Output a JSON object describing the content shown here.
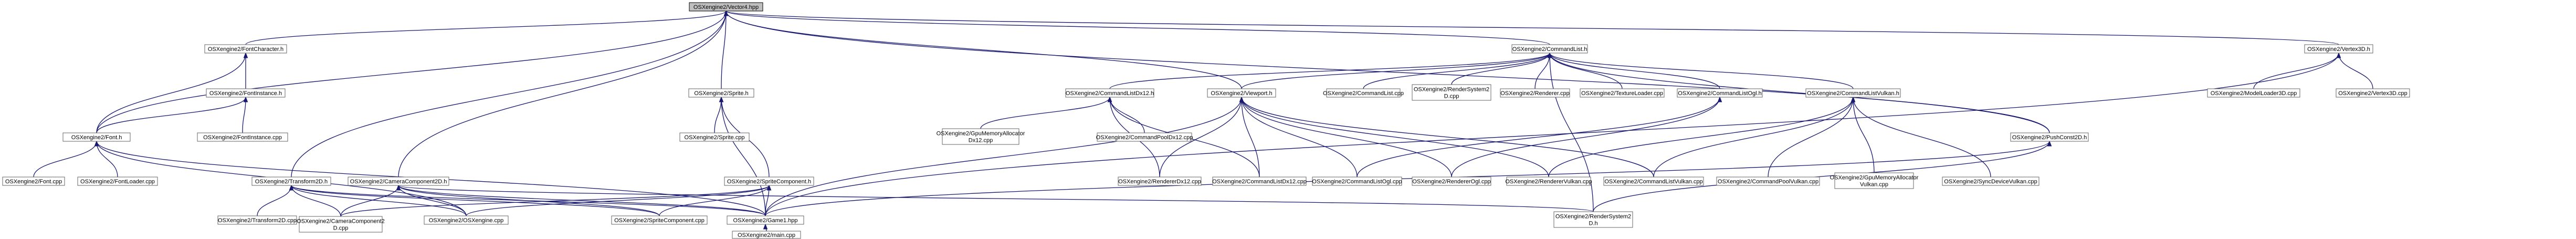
{
  "colors": {
    "edge": "#191970",
    "node_border": "#666666",
    "node_fill": "#ffffff",
    "root_fill": "#bfbfbf"
  },
  "nodes": [
    {
      "id": "vector4",
      "label": "OSXengine2/Vector4.hpp",
      "root": true
    },
    {
      "id": "fontchar",
      "label": "OSXengine2/FontCharacter.h"
    },
    {
      "id": "fontinst",
      "label": "OSXengine2/FontInstance.h"
    },
    {
      "id": "fontinstcpp",
      "label": "OSXengine2/FontInstance.cpp"
    },
    {
      "id": "font_h",
      "label": "OSXengine2/Font.h"
    },
    {
      "id": "font_cpp",
      "label": "OSXengine2/Font.cpp"
    },
    {
      "id": "fontloader",
      "label": "OSXengine2/FontLoader.cpp"
    },
    {
      "id": "transform2d",
      "label": "OSXengine2/Transform2D.h"
    },
    {
      "id": "transform2dcpp",
      "label": "OSXengine2/Transform2D.cpp"
    },
    {
      "id": "camcomp_h",
      "label": "OSXengine2/CameraComponent2D.h"
    },
    {
      "id": "camcomp_cpp",
      "label": [
        "OSXengine2/CameraComponent2",
        "D.cpp"
      ]
    },
    {
      "id": "osxengine",
      "label": "OSXengine2/OSXengine.cpp"
    },
    {
      "id": "sprite_h",
      "label": "OSXengine2/Sprite.h"
    },
    {
      "id": "sprite_cpp",
      "label": "OSXengine2/Sprite.cpp"
    },
    {
      "id": "spritecomp_h",
      "label": "OSXengine2/SpriteComponent.h"
    },
    {
      "id": "spritecomp_cpp",
      "label": "OSXengine2/SpriteComponent.cpp"
    },
    {
      "id": "game1",
      "label": "OSXengine2/Game1.hpp"
    },
    {
      "id": "main_cpp",
      "label": "OSXengine2/main.cpp"
    },
    {
      "id": "cmdlistdx12_h",
      "label": "OSXengine2/CommandListDx12.h"
    },
    {
      "id": "gpumemdx12",
      "label": [
        "OSXengine2/GpuMemoryAllocator",
        "Dx12.cpp"
      ]
    },
    {
      "id": "cmdpooldx12",
      "label": "OSXengine2/CommandPoolDx12.cpp"
    },
    {
      "id": "rendererdx12",
      "label": "OSXengine2/RendererDx12.cpp"
    },
    {
      "id": "cmdlistdx12_cpp",
      "label": "OSXengine2/CommandListDx12.cpp"
    },
    {
      "id": "viewport_h",
      "label": "OSXengine2/Viewport.h"
    },
    {
      "id": "cmdlist_h",
      "label": "OSXengine2/CommandList.h"
    },
    {
      "id": "cmdlist_cpp",
      "label": "OSXengine2/CommandList.cpp"
    },
    {
      "id": "rendersys_cpp",
      "label": [
        "OSXengine2/RenderSystem2",
        "D.cpp"
      ]
    },
    {
      "id": "renderer_cpp",
      "label": "OSXengine2/Renderer.cpp"
    },
    {
      "id": "texloader",
      "label": "OSXengine2/TextureLoader.cpp"
    },
    {
      "id": "cmdlistogl_h",
      "label": "OSXengine2/CommandListOgl.h"
    },
    {
      "id": "cmdlistogl_cpp",
      "label": "OSXengine2/CommandListOgl.cpp"
    },
    {
      "id": "rendererogl",
      "label": "OSXengine2/RendererOgl.cpp"
    },
    {
      "id": "cmdlistvk_h",
      "label": "OSXengine2/CommandListVulkan.h"
    },
    {
      "id": "renderervk",
      "label": "OSXengine2/RendererVulkan.cpp"
    },
    {
      "id": "cmdlistvk_cpp",
      "label": "OSXengine2/CommandListVulkan.cpp"
    },
    {
      "id": "cmdpoolvk",
      "label": "OSXengine2/CommandPoolVulkan.cpp"
    },
    {
      "id": "gpumemvk",
      "label": [
        "OSXengine2/GpuMemoryAllocator",
        "Vulkan.cpp"
      ]
    },
    {
      "id": "syncdevvk",
      "label": "OSXengine2/SyncDeviceVulkan.cpp"
    },
    {
      "id": "pushconst",
      "label": "OSXengine2/PushConst2D.h"
    },
    {
      "id": "rendersys_h",
      "label": [
        "OSXengine2/RenderSystem2",
        "D.h"
      ]
    },
    {
      "id": "vertex3d_h",
      "label": "OSXengine2/Vertex3D.h"
    },
    {
      "id": "modelloader",
      "label": "OSXengine2/ModelLoader3D.cpp"
    },
    {
      "id": "vertex3d_cpp",
      "label": "OSXengine2/Vertex3D.cpp"
    }
  ],
  "edges": [
    [
      "vector4",
      "fontchar"
    ],
    [
      "vector4",
      "font_h"
    ],
    [
      "vector4",
      "transform2d"
    ],
    [
      "vector4",
      "camcomp_h"
    ],
    [
      "vector4",
      "sprite_h"
    ],
    [
      "vector4",
      "viewport_h"
    ],
    [
      "vector4",
      "cmdlist_h"
    ],
    [
      "vector4",
      "vertex3d_h"
    ],
    [
      "vector4",
      "pushconst"
    ],
    [
      "fontchar",
      "fontinst"
    ],
    [
      "fontchar",
      "font_h"
    ],
    [
      "fontinst",
      "fontinstcpp"
    ],
    [
      "fontinst",
      "font_h"
    ],
    [
      "font_h",
      "font_cpp"
    ],
    [
      "font_h",
      "fontloader"
    ],
    [
      "font_h",
      "osxengine"
    ],
    [
      "font_h",
      "game1"
    ],
    [
      "transform2d",
      "transform2dcpp"
    ],
    [
      "transform2d",
      "camcomp_cpp"
    ],
    [
      "transform2d",
      "osxengine"
    ],
    [
      "transform2d",
      "spritecomp_cpp"
    ],
    [
      "transform2d",
      "game1"
    ],
    [
      "camcomp_h",
      "camcomp_cpp"
    ],
    [
      "camcomp_h",
      "osxengine"
    ],
    [
      "camcomp_h",
      "spritecomp_cpp"
    ],
    [
      "camcomp_h",
      "game1"
    ],
    [
      "camcomp_h",
      "rendersys_h"
    ],
    [
      "sprite_h",
      "sprite_cpp"
    ],
    [
      "sprite_h",
      "spritecomp_h"
    ],
    [
      "sprite_h",
      "game1"
    ],
    [
      "spritecomp_h",
      "camcomp_cpp"
    ],
    [
      "spritecomp_h",
      "osxengine"
    ],
    [
      "spritecomp_h",
      "spritecomp_cpp"
    ],
    [
      "spritecomp_h",
      "game1"
    ],
    [
      "game1",
      "main_cpp"
    ],
    [
      "cmdlist_h",
      "cmdlistdx12_h"
    ],
    [
      "cmdlist_h",
      "viewport_h"
    ],
    [
      "cmdlist_h",
      "cmdlist_cpp"
    ],
    [
      "cmdlist_h",
      "rendersys_cpp"
    ],
    [
      "cmdlist_h",
      "renderer_cpp"
    ],
    [
      "cmdlist_h",
      "texloader"
    ],
    [
      "cmdlist_h",
      "cmdlistogl_h"
    ],
    [
      "cmdlist_h",
      "cmdlistvk_h"
    ],
    [
      "cmdlist_h",
      "pushconst"
    ],
    [
      "cmdlist_h",
      "rendersys_h"
    ],
    [
      "cmdlistdx12_h",
      "gpumemdx12"
    ],
    [
      "cmdlistdx12_h",
      "cmdpooldx12"
    ],
    [
      "cmdlistdx12_h",
      "rendererdx12"
    ],
    [
      "cmdlistdx12_h",
      "cmdlistdx12_cpp"
    ],
    [
      "viewport_h",
      "rendererdx12"
    ],
    [
      "viewport_h",
      "cmdlistdx12_cpp"
    ],
    [
      "viewport_h",
      "cmdlistogl_cpp"
    ],
    [
      "viewport_h",
      "rendererogl"
    ],
    [
      "viewport_h",
      "renderervk"
    ],
    [
      "viewport_h",
      "cmdlistvk_cpp"
    ],
    [
      "viewport_h",
      "game1"
    ],
    [
      "cmdlistogl_h",
      "cmdlistogl_cpp"
    ],
    [
      "cmdlistogl_h",
      "rendererogl"
    ],
    [
      "cmdlistvk_h",
      "renderervk"
    ],
    [
      "cmdlistvk_h",
      "cmdlistvk_cpp"
    ],
    [
      "cmdlistvk_h",
      "cmdpoolvk"
    ],
    [
      "cmdlistvk_h",
      "gpumemvk"
    ],
    [
      "cmdlistvk_h",
      "syncdevvk"
    ],
    [
      "pushconst",
      "rendersys_h"
    ],
    [
      "pushconst",
      "game1"
    ],
    [
      "vertex3d_h",
      "modelloader"
    ],
    [
      "vertex3d_h",
      "vertex3d_cpp"
    ],
    [
      "vertex3d_h",
      "game1"
    ]
  ]
}
